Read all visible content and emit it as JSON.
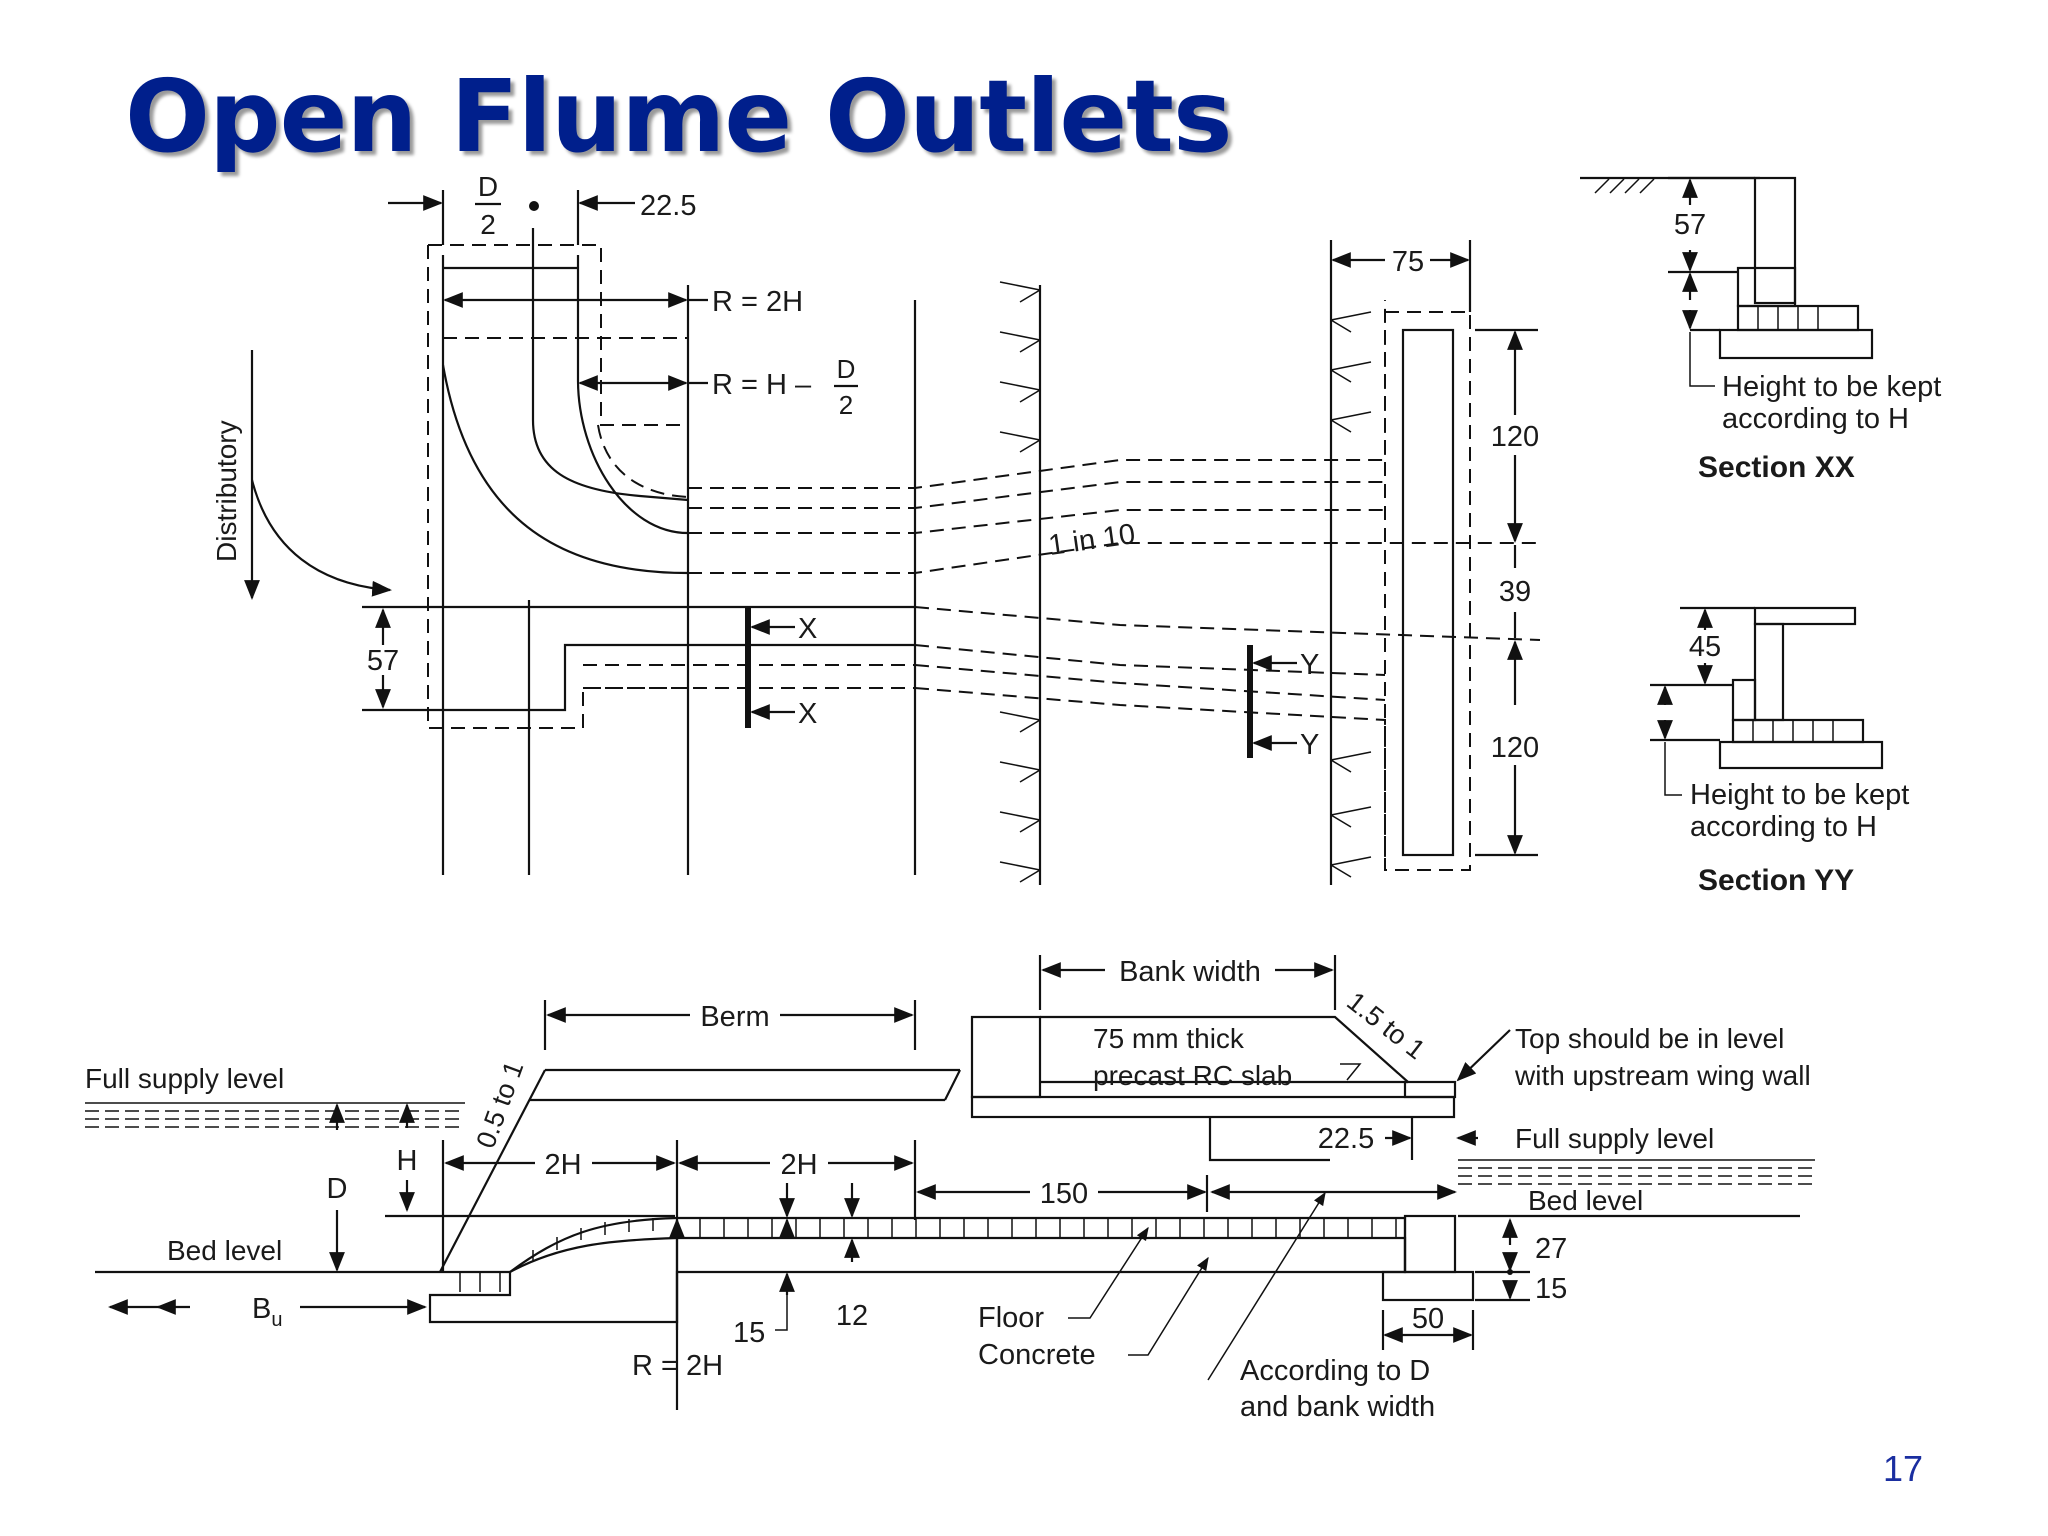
{
  "slide": {
    "title": "Open Flume Outlets",
    "page_number": "17"
  },
  "plan": {
    "d_over_2_num": "D",
    "d_over_2_den": "2",
    "dim_22_5": "22.5",
    "r_2h": "R = 2H",
    "r_h_minus": "R = H –",
    "r_frac_num": "D",
    "r_frac_den": "2",
    "distributory": "Distributory",
    "dim_57": "57",
    "section_x": "X",
    "section_y": "Y",
    "slope": "1 in 10",
    "dim_75": "75",
    "dim_120_top": "120",
    "dim_39": "39",
    "dim_120_bottom": "120"
  },
  "section_xx": {
    "dim_57": "57",
    "note_line1": "Height to be kept",
    "note_line2": "according to H",
    "title": "Section XX"
  },
  "section_yy": {
    "dim_45": "45",
    "note_line1": "Height to be kept",
    "note_line2": "according to H",
    "title": "Section YY"
  },
  "longitudinal": {
    "bank_width": "Bank width",
    "berm": "Berm",
    "slab_line1": "75 mm thick",
    "slab_line2": "precast RC slab",
    "slope_1_5": "1.5 to 1",
    "top_note_line1": "Top should be in level",
    "top_note_line2": "with upstream wing wall",
    "fsl_left": "Full supply level",
    "slope_0_5": "0.5 to 1",
    "dim_22_5": "22.5",
    "fsl_right": "Full supply level",
    "h": "H",
    "d": "D",
    "two_h_1": "2H",
    "two_h_2": "2H",
    "dim_150": "150",
    "bed_level_right": "Bed level",
    "bed_level_left": "Bed level",
    "dim_27": "27",
    "dim_15_right": "15",
    "bu_main": "B",
    "bu_sub": "u",
    "dim_15_left": "15",
    "dim_12": "12",
    "floor": "Floor",
    "concrete": "Concrete",
    "dim_50": "50",
    "r_2h": "R = 2H",
    "according_line1": "According to D",
    "according_line2": "and bank width"
  }
}
